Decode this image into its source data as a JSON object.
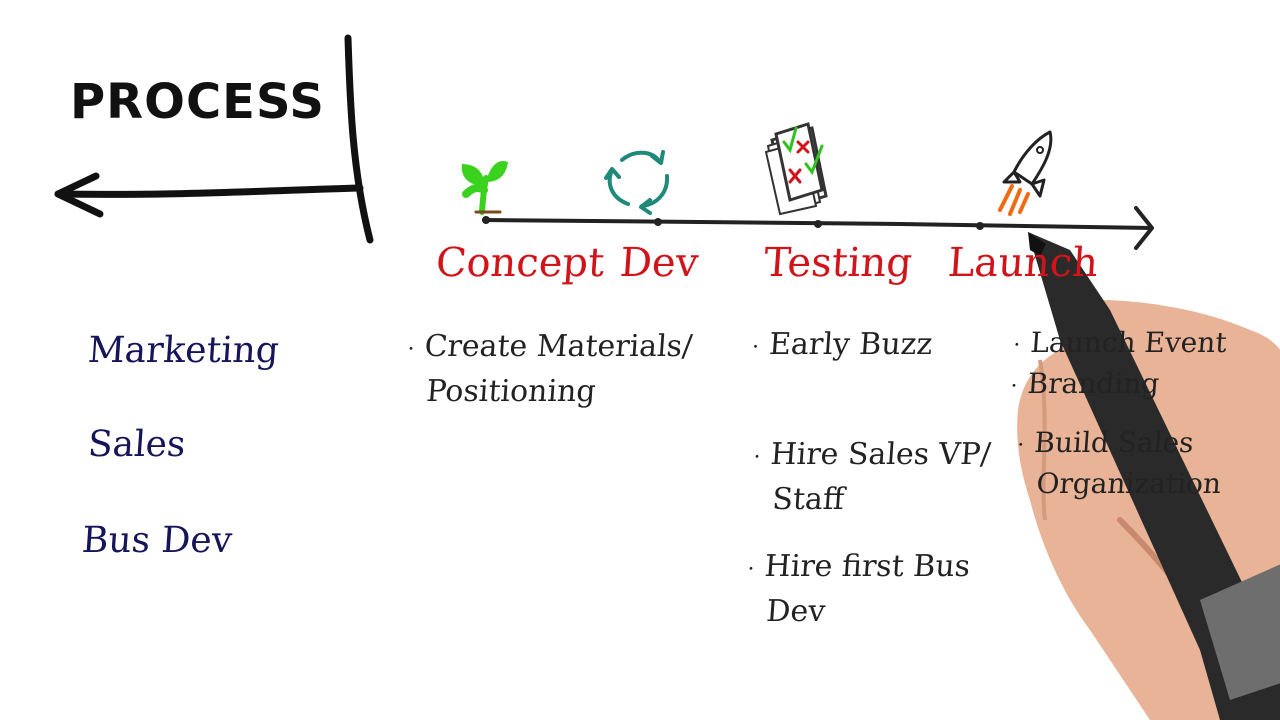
{
  "title": "PROCESS",
  "stages": {
    "concept": "Concept",
    "dev": "Dev",
    "testing": "Testing",
    "launch": "Launch"
  },
  "functions": {
    "marketing": "Marketing",
    "sales": "Sales",
    "bus_dev": "Bus Dev"
  },
  "notes": {
    "marketing_concept": [
      "Create Materials/",
      "Positioning"
    ],
    "marketing_testing": [
      "Early Buzz"
    ],
    "marketing_launch": [
      "Launch Event",
      "Branding"
    ],
    "sales_testing": [
      "Hire Sales VP/",
      "Staff"
    ],
    "sales_launch": [
      "Build Sales",
      "Organization"
    ],
    "bus_dev_testing": [
      "Hire first Bus",
      "Dev"
    ]
  },
  "icons": {
    "concept": "sprout-icon",
    "dev": "cycle-arrows-icon",
    "testing": "test-papers-icon",
    "launch": "rocket-icon"
  },
  "colors": {
    "stage_label": "#d0141a",
    "function_label": "#16155a",
    "sprout": "#3ad21f",
    "cycle": "#1f8a7a",
    "check": "#2ec21c",
    "cross": "#d0141a",
    "flame": "#f06a12"
  }
}
